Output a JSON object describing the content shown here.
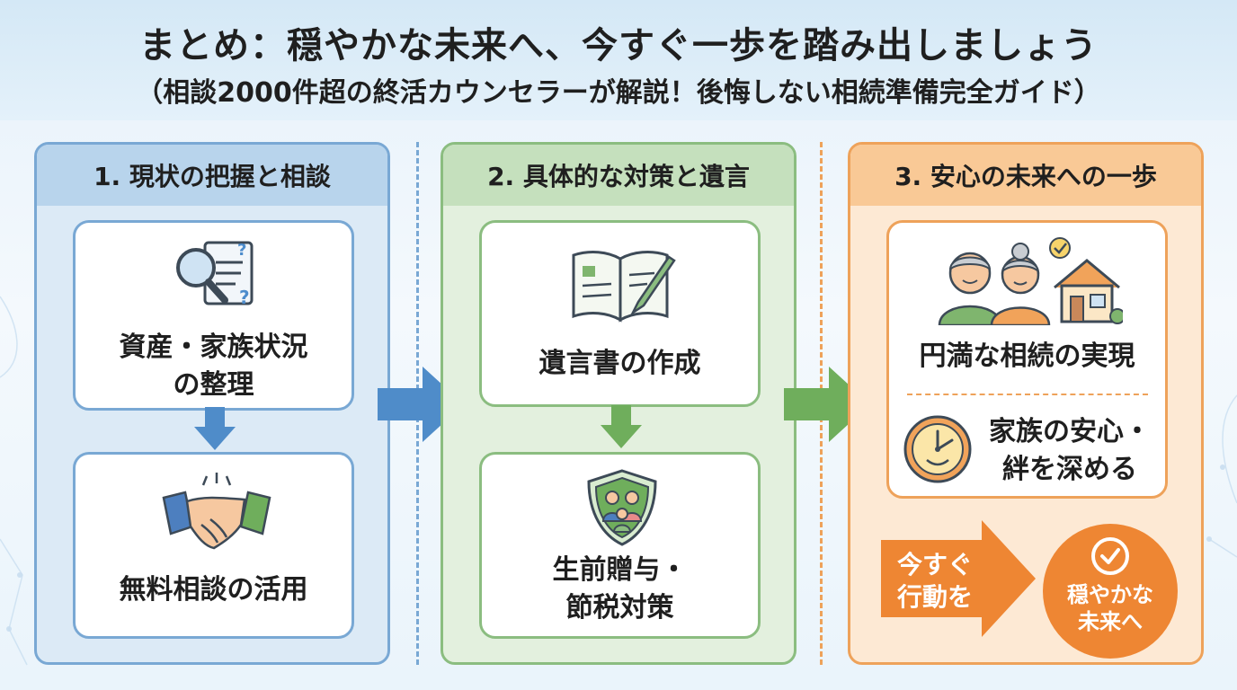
{
  "header": {
    "title": "まとめ：穏やかな未来へ、今すぐ一歩を踏み出しましょう",
    "subtitle": "（相談2000件超の終活カウンセラーが解説！後悔しない相続準備完全ガイド）"
  },
  "columns": [
    {
      "heading": "1. 現状の把握と相談",
      "cards": [
        {
          "line1": "資産・家族状況",
          "line2": "の整理",
          "icon": "magnifier-document-icon"
        },
        {
          "line1": "無料相談の活用",
          "icon": "handshake-icon"
        }
      ]
    },
    {
      "heading": "2. 具体的な対策と遺言",
      "cards": [
        {
          "line1": "遺言書の作成",
          "icon": "book-pen-icon"
        },
        {
          "line1": "生前贈与・",
          "line2": "節税対策",
          "icon": "family-shield-icon"
        }
      ]
    },
    {
      "heading": "3. 安心の未来への一歩",
      "cards": [
        {
          "line1": "円満な相続の実現",
          "icon": "elderly-couple-house-icon"
        },
        {
          "line1": "家族の安心・",
          "line2": "絆を深める",
          "icon": "clock-icon"
        }
      ],
      "cta": {
        "arrow_line1": "今すぐ",
        "arrow_line2": "行動を",
        "circle_line1": "穏やかな",
        "circle_line2": "未来へ"
      }
    }
  ],
  "colors": {
    "blue": "#79a8d4",
    "green": "#8bbd80",
    "orange": "#eea25a",
    "cta_orange": "#ee8633"
  }
}
